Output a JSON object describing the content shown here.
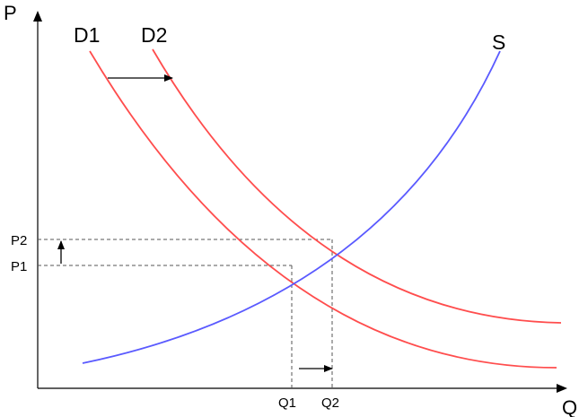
{
  "axes": {
    "y_label": "P",
    "x_label": "Q"
  },
  "curves": {
    "d1_label": "D1",
    "d2_label": "D2",
    "s_label": "S"
  },
  "ticks": {
    "p1": "P1",
    "p2": "P2",
    "q1": "Q1",
    "q2": "Q2"
  },
  "colors": {
    "demand": "#ff4d4d",
    "supply": "#5a5aff",
    "axis": "#000000",
    "guide": "#555555"
  }
}
